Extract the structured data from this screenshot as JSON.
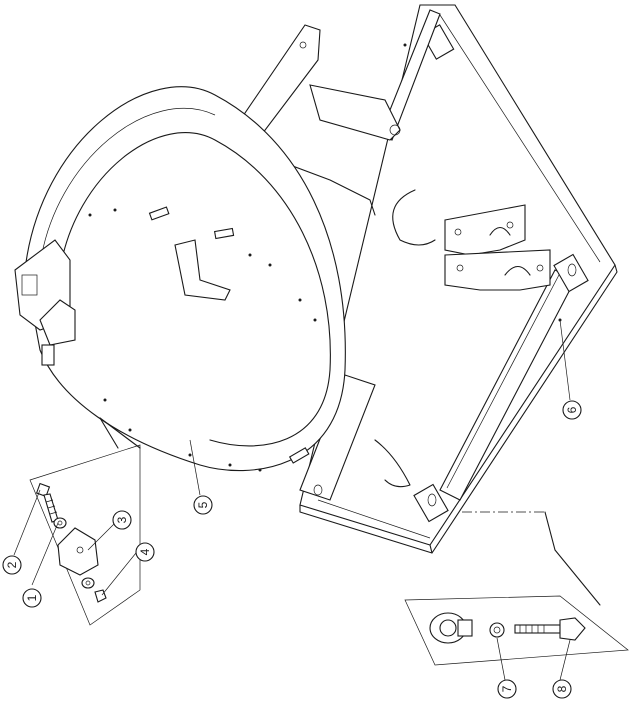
{
  "callouts": [
    {
      "label": "1"
    },
    {
      "label": "2"
    },
    {
      "label": "3"
    },
    {
      "label": "4"
    },
    {
      "label": "5"
    },
    {
      "label": "6"
    },
    {
      "label": "7"
    },
    {
      "label": "8"
    }
  ],
  "colors": {
    "line": "#1a1a1a",
    "background": "#ffffff"
  }
}
